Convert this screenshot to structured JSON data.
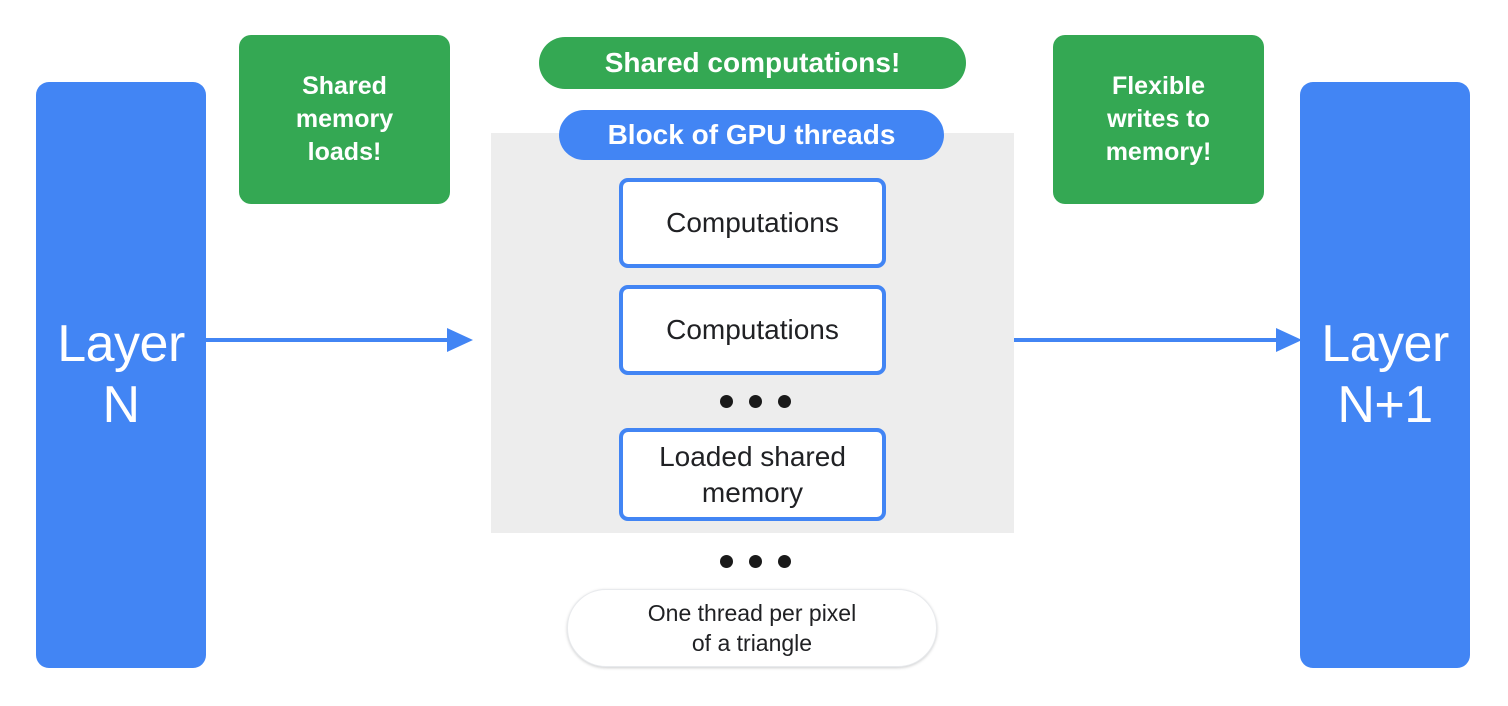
{
  "theme": {
    "blue": "#4285F4",
    "green": "#34A853",
    "gray_block": "#EDEDED",
    "text_dark": "#202124",
    "text_light": "#FFFFFF",
    "canvas": "#FFFFFF"
  },
  "layers": {
    "input": {
      "label": "Layer\nN"
    },
    "output": {
      "label": "Layer\nN+1"
    }
  },
  "callouts": {
    "left": {
      "label": "Shared\nmemory\nloads!"
    },
    "right": {
      "label": "Flexible\nwrites to\nmemory!"
    }
  },
  "pills": {
    "shared_computations": {
      "label": "Shared computations!"
    },
    "block_gpu_threads": {
      "label": "Block of GPU threads"
    },
    "one_thread": {
      "label": "One thread per pixel\nof a triangle"
    }
  },
  "gpu_block": {
    "threads": [
      {
        "label": "Computations"
      },
      {
        "label": "Computations"
      },
      {
        "label": "Loaded shared\nmemory"
      }
    ],
    "ellipsis_inner": "• • •",
    "ellipsis_outer": "• • •"
  },
  "arrows": {
    "input_to_block": {
      "direction": "right"
    },
    "block_to_output": {
      "direction": "right"
    }
  }
}
